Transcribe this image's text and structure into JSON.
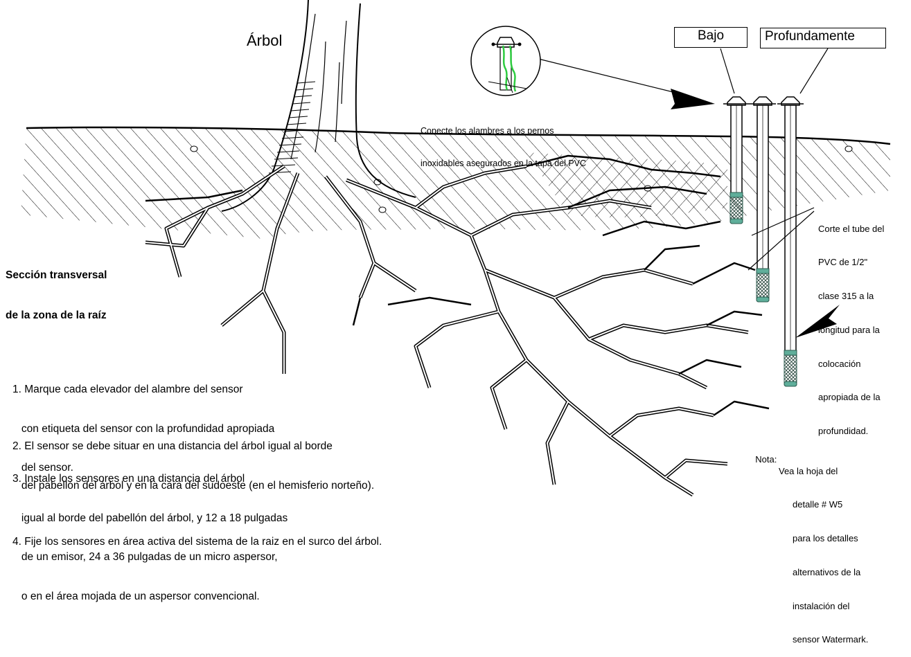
{
  "labels": {
    "tree": "Árbol",
    "shallow": "Bajo",
    "deep": "Profundamente",
    "section_title": [
      "Sección transversal",
      "de la zona de la raíz"
    ]
  },
  "callouts": {
    "connect_wires": [
      "Conecte los alambres a los pernos",
      "inoxidables asegurados en la tapa del PVC"
    ],
    "cut_tube": [
      "Corte el tube del",
      "PVC de 1/2\"",
      "clase 315 a la",
      "longitud para la",
      "colocación",
      "apropiada de la",
      "profundidad."
    ]
  },
  "instructions": [
    {
      "lines": [
        "1. Marque cada elevador del alambre del sensor",
        "   con etiqueta del sensor con la profundidad apropiada",
        "   del sensor."
      ]
    },
    {
      "lines": [
        "2. El sensor se debe situar en una distancia del árbol igual al borde",
        "   del pabellón del árbol y en la cara del sudoeste (en el hemisferio norteño)."
      ]
    },
    {
      "lines": [
        "3. Instale los sensores en una distancia del árbol",
        "   igual al borde del pabellón del árbol, y 12 a 18 pulgadas",
        "   de un emisor, 24 a 36 pulgadas de un micro aspersor,",
        "   o en el área mojada de un aspersor convencional."
      ]
    },
    {
      "lines": [
        "4. Fije los sensores en área activa del sistema de la raiz en el surco del árbol."
      ]
    }
  ],
  "note": {
    "prefix": "Nota:",
    "lines": [
      "Vea la hoja del",
      "detalle # W5",
      "para los detalles",
      "alternativos de la",
      "instalación del",
      "sensor Watermark."
    ]
  },
  "colors": {
    "line": "#000000",
    "sensor": "#5fae9a",
    "wire": "#2ecc40"
  }
}
